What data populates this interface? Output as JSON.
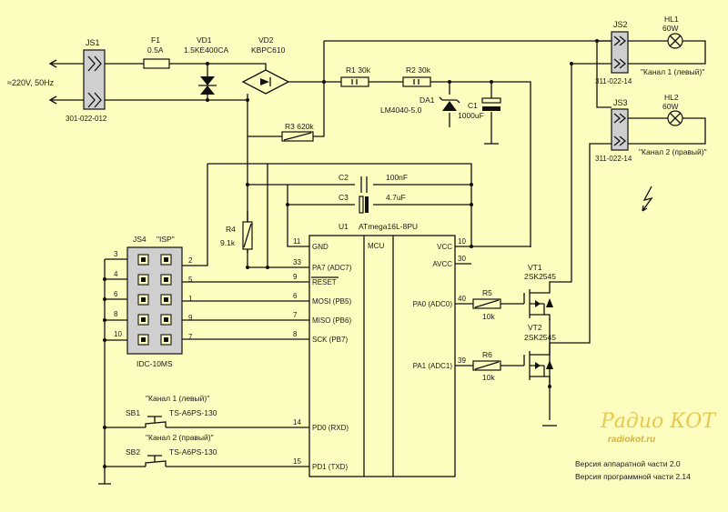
{
  "power": {
    "label": "≈220V, 50Hz"
  },
  "connectors": {
    "js1": {
      "ref": "JS1",
      "part": "301-022-012"
    },
    "js2": {
      "ref": "JS2",
      "part": "311-022-14"
    },
    "js3": {
      "ref": "JS3",
      "part": "311-022-14"
    },
    "js4": {
      "ref": "JS4",
      "name": "\"ISP\"",
      "part": "IDC-10MS",
      "left_pins": [
        "3",
        "4",
        "6",
        "8",
        "10"
      ],
      "right_pins": [
        "2",
        "5",
        "1",
        "9",
        "7"
      ]
    }
  },
  "lamps": {
    "hl1": {
      "ref": "HL1",
      "value": "60W",
      "label": "\"Канал 1 (левый)\""
    },
    "hl2": {
      "ref": "HL2",
      "value": "60W",
      "label": "\"Канал 2 (правый)\""
    }
  },
  "components": {
    "f1": {
      "ref": "F1",
      "value": "0.5A"
    },
    "vd1": {
      "ref": "VD1",
      "value": "1.5KE400CA"
    },
    "vd2": {
      "ref": "VD2",
      "value": "KBPC610"
    },
    "r1": {
      "ref": "R1",
      "value": "30k"
    },
    "r2": {
      "ref": "R2",
      "value": "30k"
    },
    "r3": {
      "ref": "R3",
      "value": "620k"
    },
    "r4": {
      "ref": "R4",
      "value": "9.1k"
    },
    "r5": {
      "ref": "R5",
      "value": "10k"
    },
    "r6": {
      "ref": "R6",
      "value": "10k"
    },
    "da1": {
      "ref": "DA1",
      "value": "LM4040-5.0"
    },
    "c1": {
      "ref": "C1",
      "value": "1000uF"
    },
    "c2": {
      "ref": "C2",
      "value": "100nF"
    },
    "c3": {
      "ref": "C3",
      "value": "4.7uF"
    },
    "vt1": {
      "ref": "VT1",
      "value": "2SK2545"
    },
    "vt2": {
      "ref": "VT2",
      "value": "2SK2545"
    }
  },
  "mcu": {
    "ref": "U1",
    "part": "ATmega16L-8PU",
    "center_label": "MCU",
    "left_pins": [
      {
        "num": "11",
        "name": "GND"
      },
      {
        "num": "33",
        "name": "PA7 (ADC7)"
      },
      {
        "num": "9",
        "name": "RESET"
      },
      {
        "num": "6",
        "name": "MOSI (PB5)"
      },
      {
        "num": "7",
        "name": "MISO (PB6)"
      },
      {
        "num": "8",
        "name": "SCK (PB7)"
      },
      {
        "num": "14",
        "name": "PD0 (RXD)"
      },
      {
        "num": "15",
        "name": "PD1 (TXD)"
      }
    ],
    "right_pins": [
      {
        "num": "10",
        "name": "VCC"
      },
      {
        "num": "30",
        "name": "AVCC"
      },
      {
        "num": "40",
        "name": "PA0 (ADC0)"
      },
      {
        "num": "39",
        "name": "PA1 (ADC1)"
      }
    ]
  },
  "switches": {
    "sb1": {
      "ref": "SB1",
      "part": "TS-A6PS-130",
      "label": "\"Канал 1 (левый)\""
    },
    "sb2": {
      "ref": "SB2",
      "part": "TS-A6PS-130",
      "label": "\"Канал 2 (правый)\""
    }
  },
  "logo": {
    "title": "Радио КОТ",
    "site": "radiokot.ru"
  },
  "versions": {
    "hardware": "Версия аппаратной части 2.0",
    "software": "Версия программной части 2.14"
  }
}
